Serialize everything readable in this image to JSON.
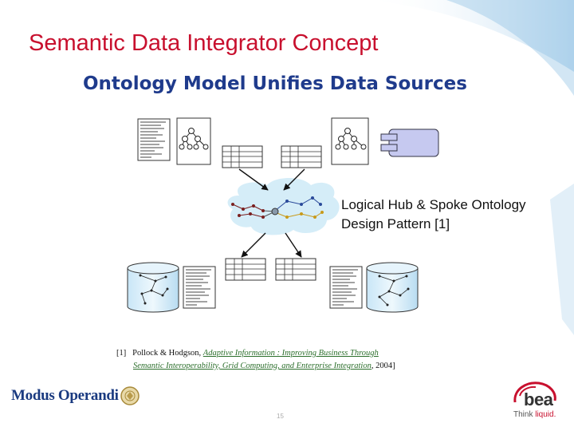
{
  "slide": {
    "title": "Semantic Data Integrator Concept",
    "subtitle": "Ontology Model Unifies Data Sources",
    "page_number": "15"
  },
  "diagram": {
    "hub_label_line1": "Logical Hub & Spoke Ontology",
    "hub_label_line2": "Design Pattern [1]"
  },
  "reference": {
    "marker": "[1]",
    "authors": "Pollock & Hodgson, ",
    "title_line1": "Adaptive Information : Improving Business Through",
    "title_line2": "Semantic Interoperability, Grid Computing, and Enterprise Integration",
    "year": ", 2004]"
  },
  "logos": {
    "modus_text": "Modus Operandi",
    "bea_word": "bea",
    "bea_tag_think": "Think ",
    "bea_tag_liquid": "liquid."
  },
  "colors": {
    "title": "#c8102e",
    "subtitle": "#1f3b8c",
    "hub_cloud": "#d3ecf8",
    "link_green": "#2c6f2c"
  }
}
